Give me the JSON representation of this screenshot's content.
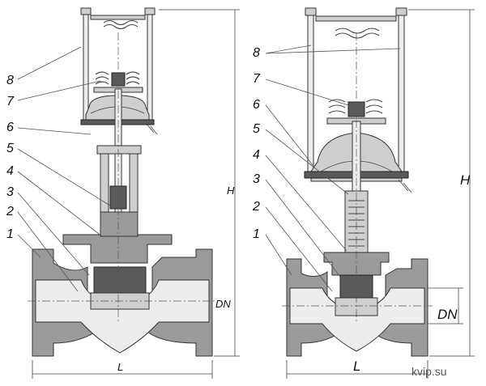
{
  "left_callouts": [
    "8",
    "7",
    "6",
    "5",
    "4",
    "3",
    "2",
    "1"
  ],
  "right_callouts": [
    "8",
    "7",
    "6",
    "5",
    "4",
    "3",
    "2",
    "1"
  ],
  "left_dims": {
    "height": "H",
    "nominal": "DN",
    "length": "L"
  },
  "right_dims": {
    "height": "H",
    "nominal": "DN",
    "length": "L"
  },
  "watermark": "kvip.su"
}
